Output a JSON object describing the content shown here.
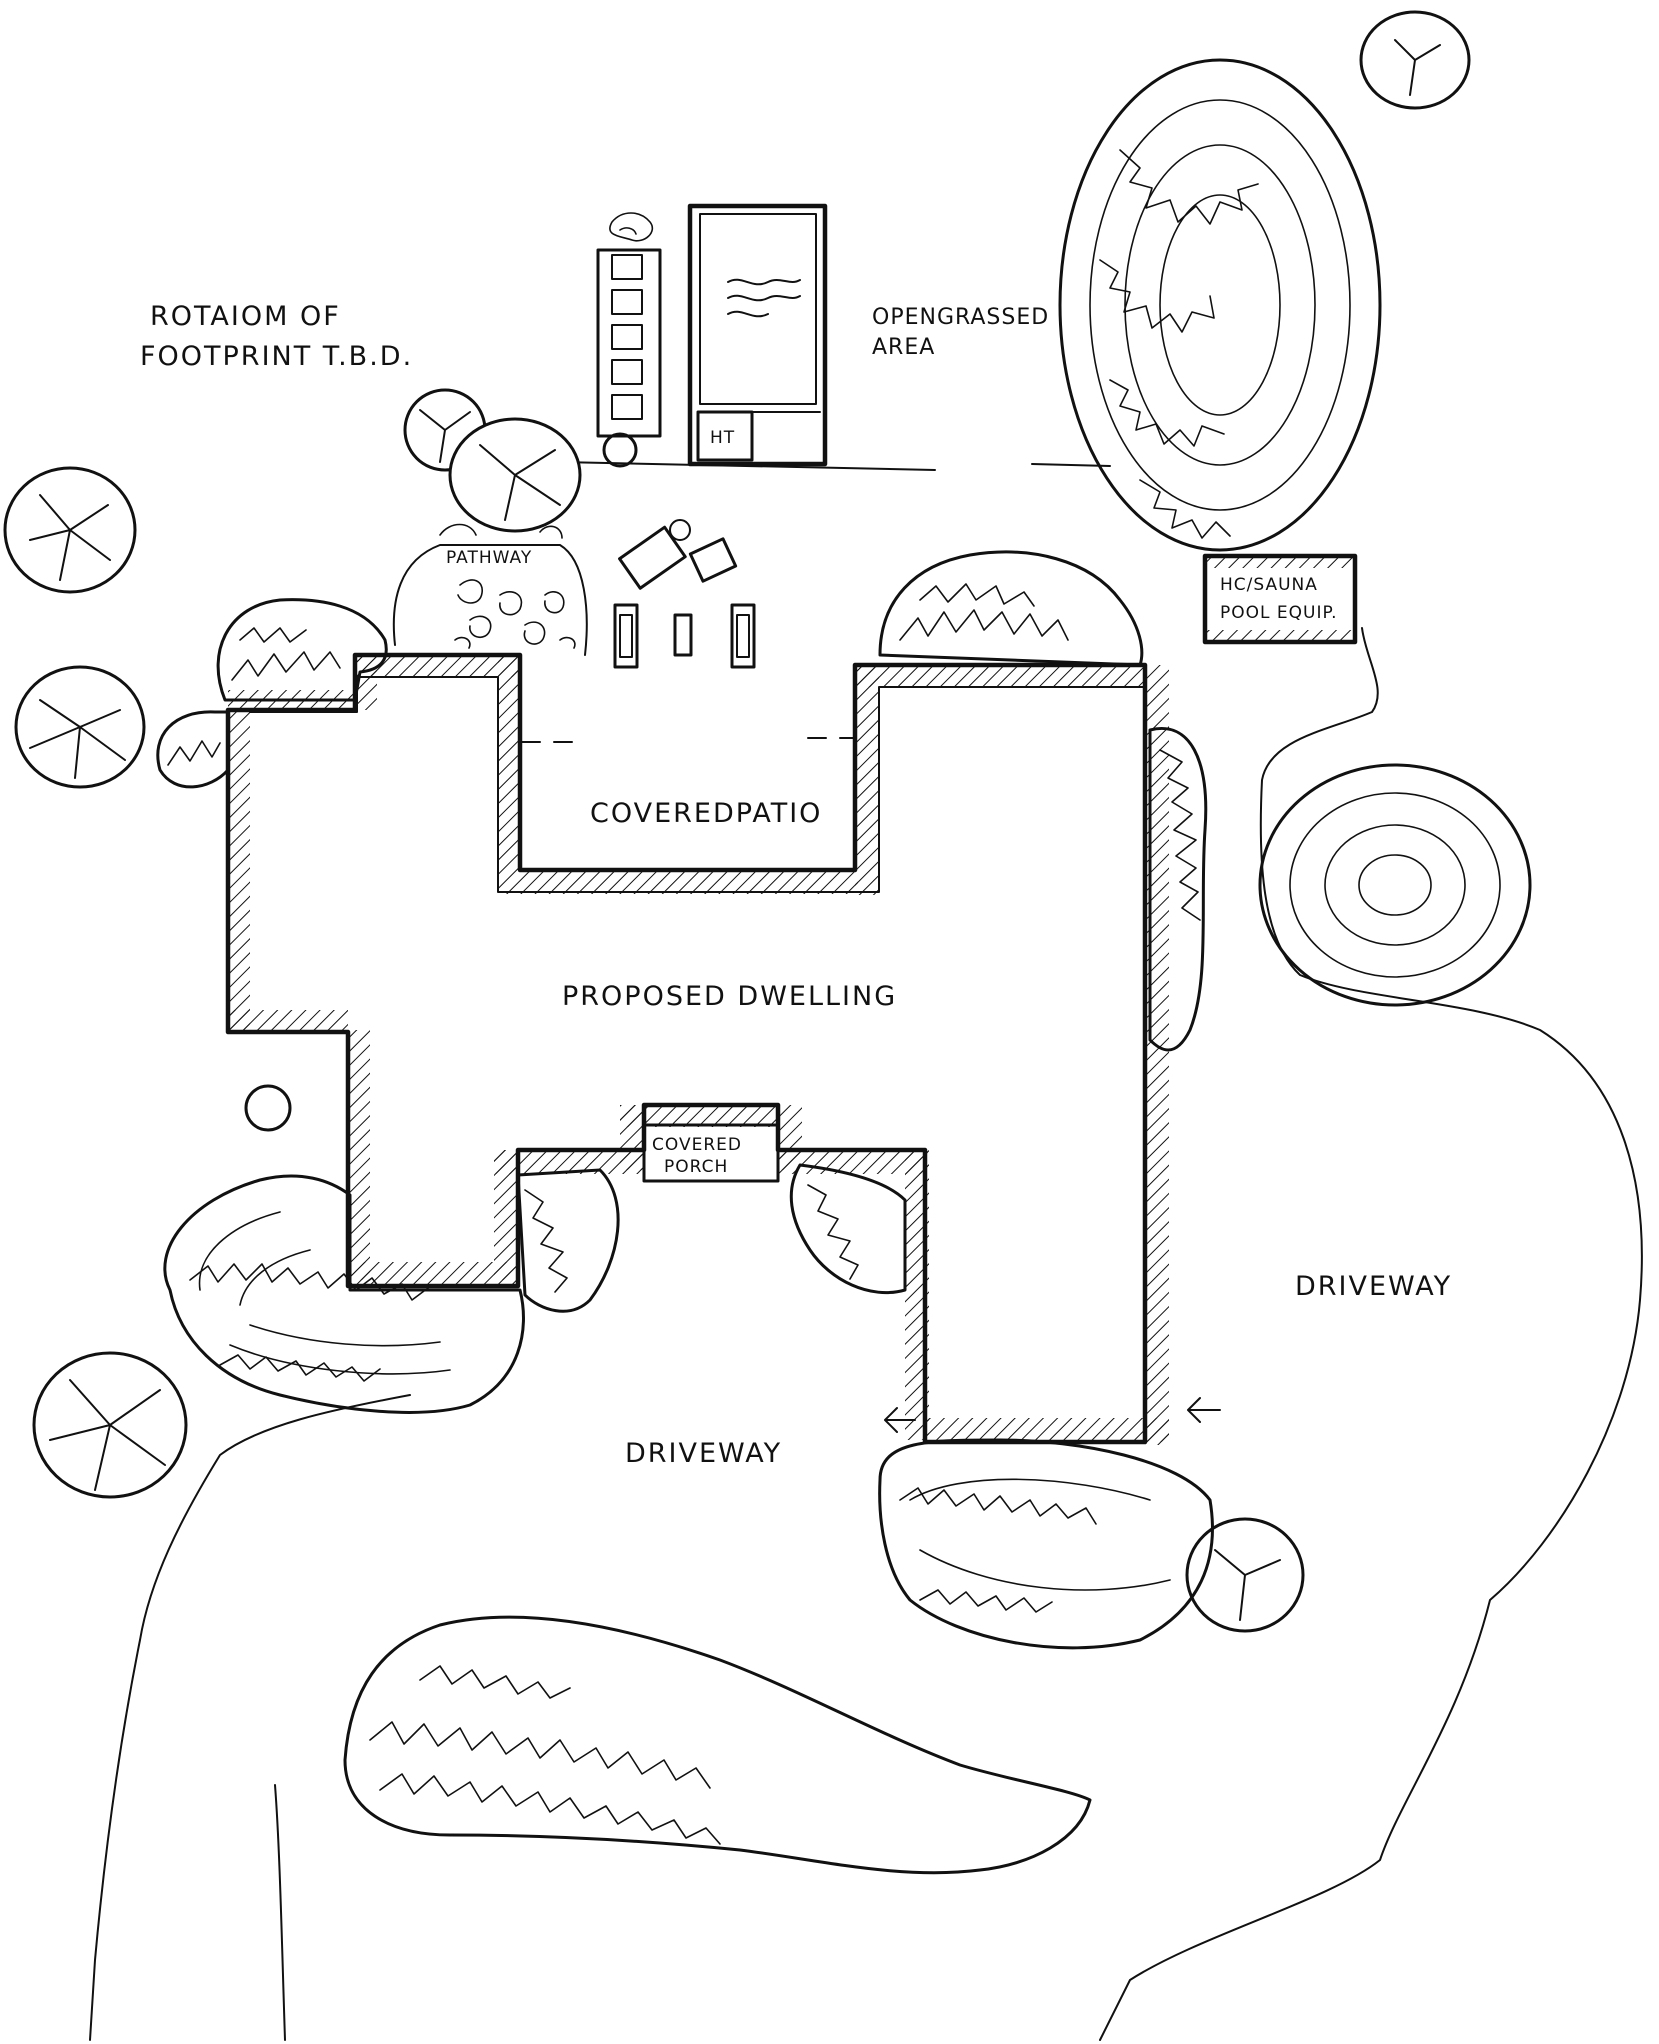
{
  "labels": {
    "rotation_line1": "ROTAIOM OF",
    "rotation_line2": "FOOTPRINT T.B.D.",
    "open_line1": "OPENGRASSED",
    "open_line2": "AREA",
    "pathway": "PATHWAY",
    "hot_tub": "HT",
    "equip_line1": "HC/SAUNA",
    "equip_line2": "POOL EQUIP.",
    "covered_patio": "COVEREDPATIO",
    "proposed_dwelling": "PROPOSED DWELLING",
    "porch_line1": "COVERED",
    "porch_line2": "PORCH",
    "driveway_east": "DRIVEWAY",
    "driveway_south": "DRIVEWAY"
  },
  "colors": {
    "ink": "#111111",
    "paper": "#ffffff"
  }
}
